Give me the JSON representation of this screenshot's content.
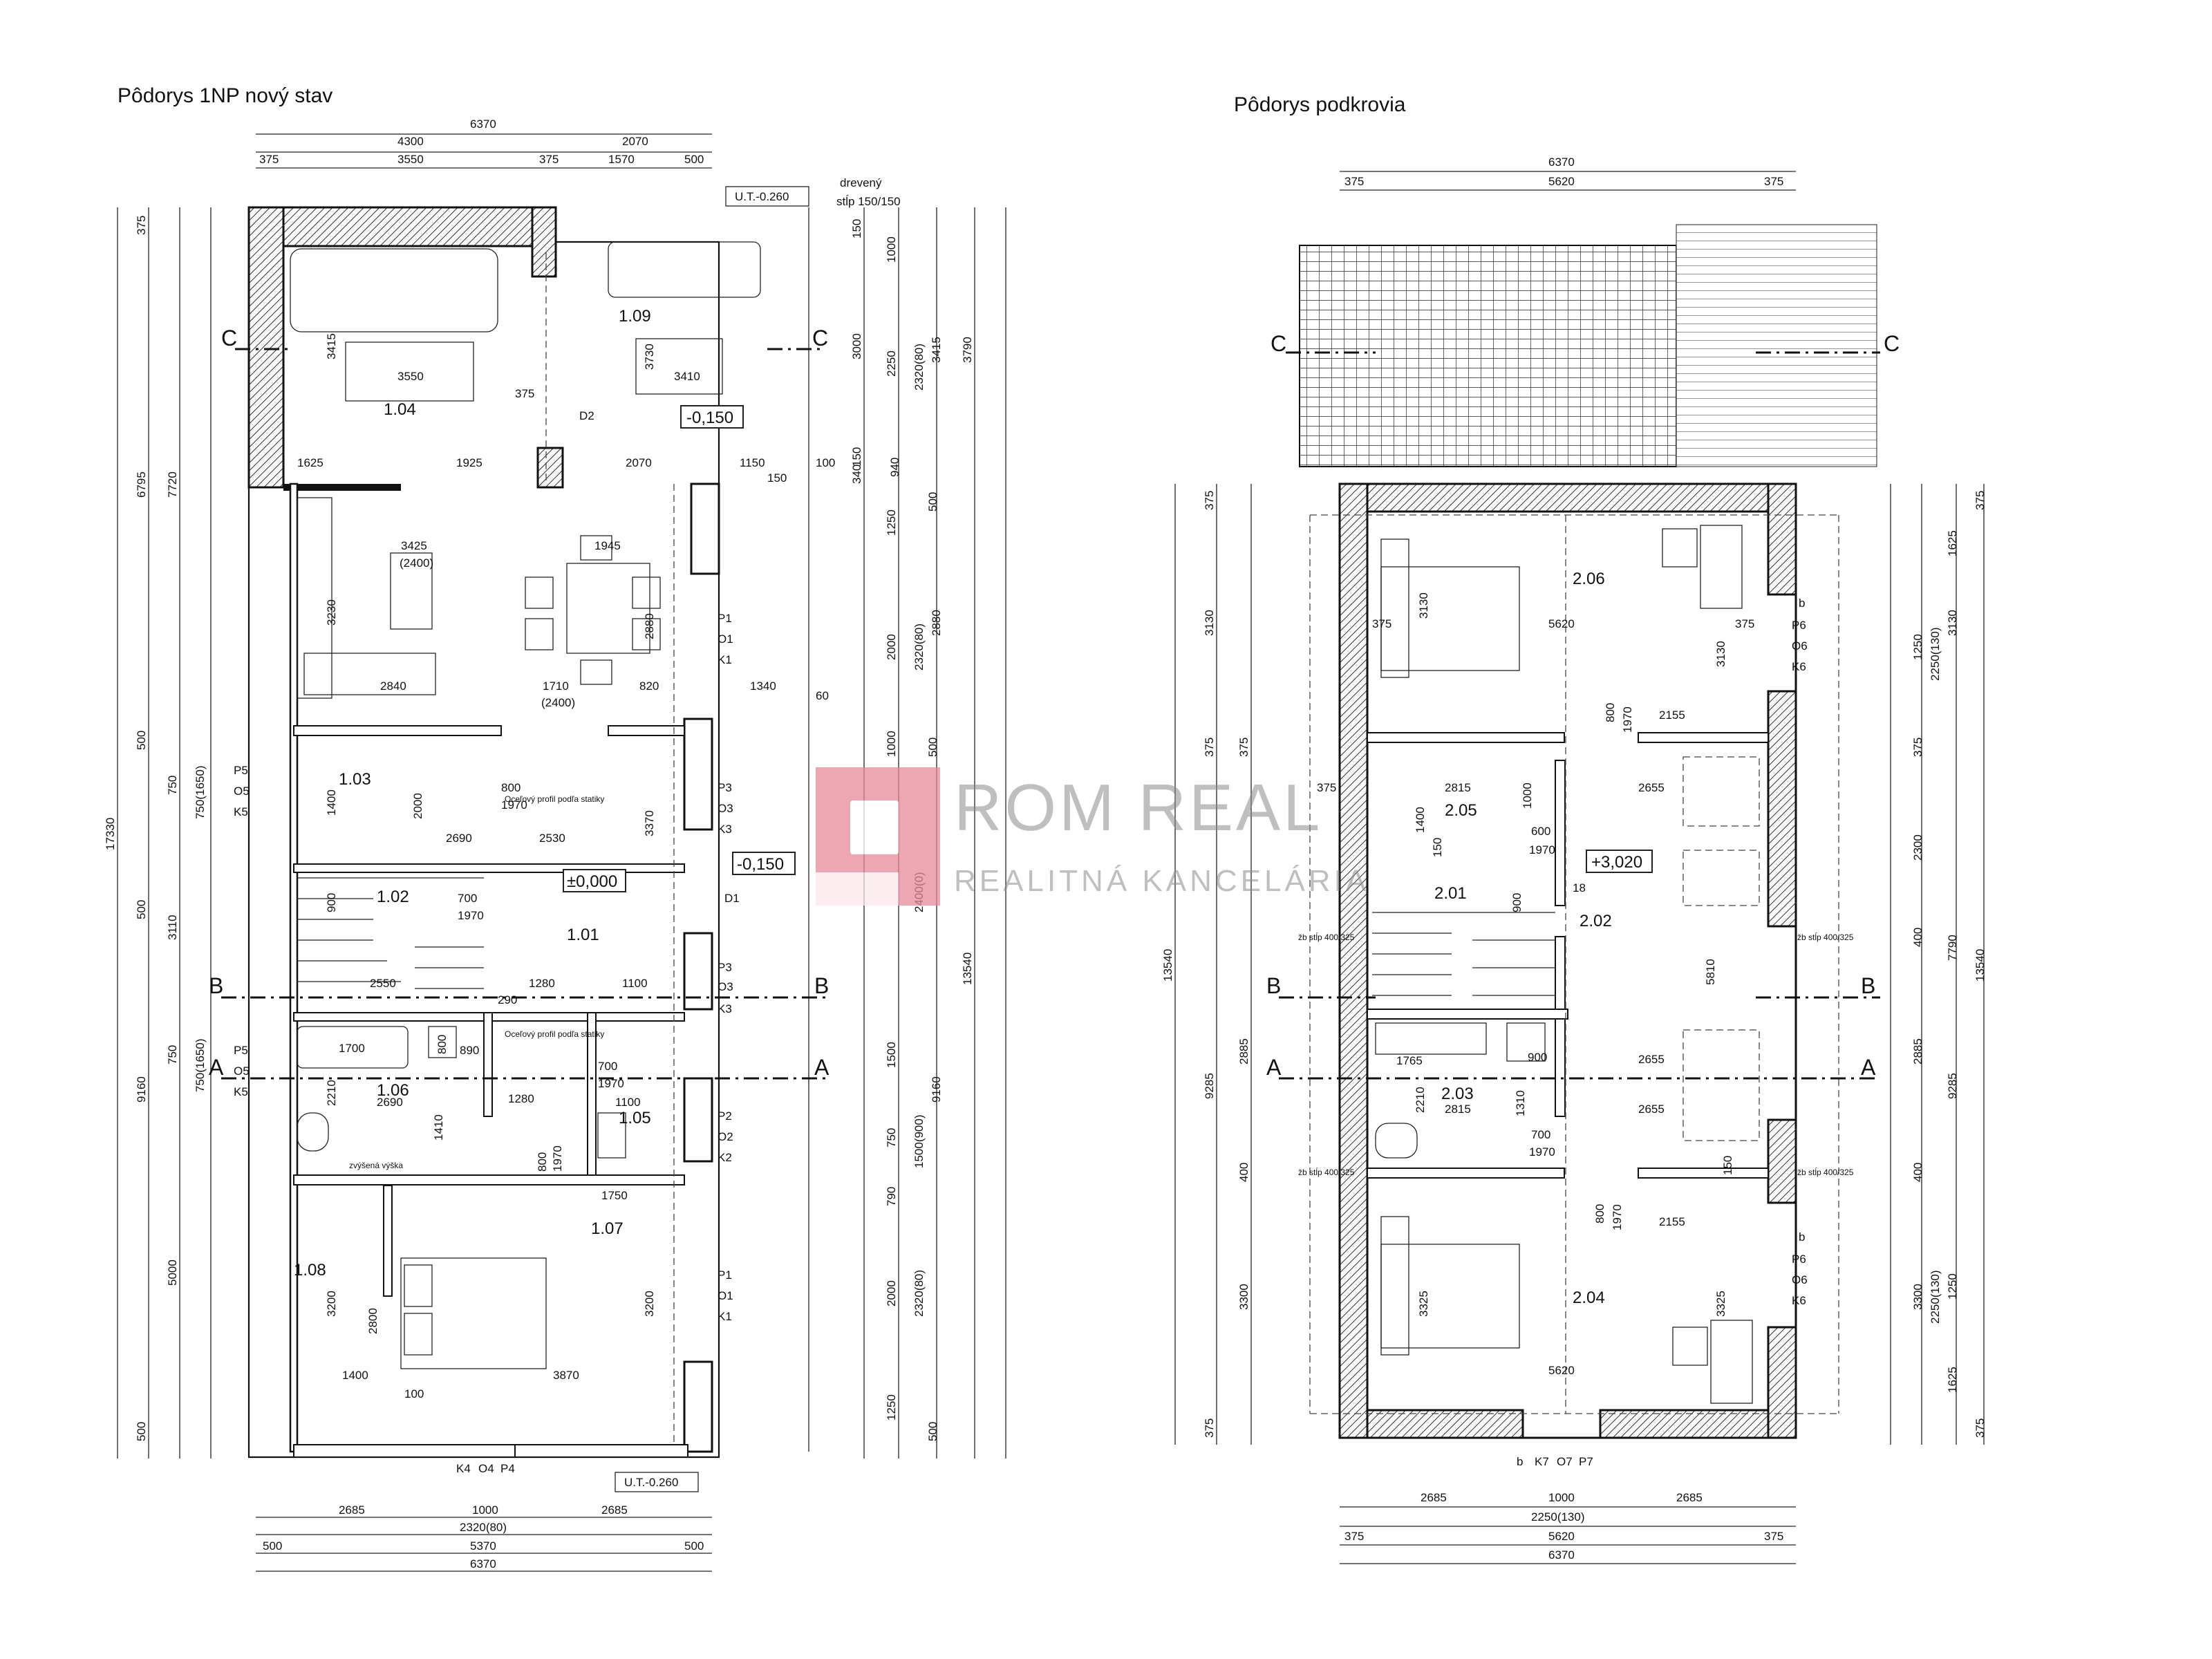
{
  "titles": {
    "ground_floor": "Pôdorys 1NP nový stav",
    "attic": "Pôdorys podkrovia"
  },
  "watermark": {
    "brand": "ROM REAL",
    "subtitle": "REALITNÁ KANCELÁRIA"
  },
  "ground_floor": {
    "rooms": [
      "1.04",
      "1.09",
      "1.03",
      "1.02",
      "1.01",
      "1.06",
      "1.05",
      "1.07",
      "1.08"
    ],
    "levels": [
      "-0,150",
      "±0,000",
      "-0,150"
    ],
    "ut_labels": [
      "U.T.-0.260",
      "U.T.-0.260"
    ],
    "timber_note": [
      "drevený",
      "stĺp 150/150"
    ],
    "dims_top": [
      "6370",
      "4300",
      "2070",
      "375",
      "3550",
      "375",
      "1570",
      "500"
    ],
    "dims_bottom": [
      "2685",
      "1000",
      "2685",
      "2320(80)",
      "500",
      "5370",
      "500",
      "6370"
    ],
    "dims_left": [
      "375",
      "6795",
      "7720",
      "500",
      "750",
      "750(1650)",
      "3110",
      "17330",
      "500",
      "750",
      "750(1650)",
      "9160",
      "5000",
      "500"
    ],
    "dims_right": [
      "150",
      "1000",
      "3000",
      "2250",
      "2320(80)",
      "3415",
      "3790",
      "150",
      "340",
      "940",
      "1250",
      "500",
      "2000",
      "2320(80)",
      "2880",
      "1000",
      "500",
      "2400(0)",
      "13540",
      "1500",
      "9160",
      "750",
      "1500(900)",
      "790",
      "2000",
      "2320(80)",
      "1250",
      "500"
    ],
    "interior_dims": [
      "3415",
      "3550",
      "375",
      "3730",
      "3410",
      "1625",
      "1925",
      "2070",
      "1150",
      "100",
      "150",
      "3425",
      "(2400)",
      "1945",
      "3230",
      "2880",
      "2840",
      "1710",
      "(2400)",
      "820",
      "1340",
      "60",
      "1400",
      "2000",
      "800",
      "1970",
      "2690",
      "2530",
      "3370",
      "900",
      "700",
      "1970",
      "2550",
      "1280",
      "1100",
      "290",
      "1700",
      "800",
      "890",
      "2210",
      "2690",
      "1280",
      "1100",
      "700",
      "1970",
      "1410",
      "800",
      "1970",
      "1750",
      "3200",
      "2800",
      "1400",
      "3870",
      "100",
      "3200"
    ],
    "window_tags_right": [
      "P1",
      "O1",
      "K1",
      "P3",
      "O3",
      "K3",
      "D1",
      "P3",
      "O3",
      "K3",
      "P2",
      "O2",
      "K2",
      "P1",
      "O1",
      "K1"
    ],
    "window_tags_left": [
      "P5",
      "O5",
      "K5",
      "P5",
      "O5",
      "K5"
    ],
    "door_tag": "D2",
    "bottom_tags": [
      "K4",
      "O4",
      "P4"
    ],
    "notes": [
      "Oceľový profil podľa statiky",
      "Oceľový profil podľa statiky",
      "zvýšená výška"
    ],
    "sections": [
      "C",
      "C",
      "B",
      "B",
      "A",
      "A"
    ]
  },
  "attic": {
    "rooms": [
      "2.06",
      "2.05",
      "2.01",
      "2.02",
      "2.03",
      "2.04"
    ],
    "level": "+3,020",
    "dims_top": [
      "6370",
      "375",
      "5620",
      "375"
    ],
    "dims_bottom": [
      "2685",
      "1000",
      "2685",
      "2250(130)",
      "375",
      "5620",
      "375",
      "6370"
    ],
    "dims_left": [
      "375",
      "3130",
      "375",
      "375",
      "13540",
      "2885",
      "9285",
      "400",
      "3300",
      "375"
    ],
    "dims_right": [
      "375",
      "1625",
      "1250",
      "2250(130)",
      "3130",
      "375",
      "2300",
      "400",
      "7790",
      "13540",
      "2885",
      "9285",
      "400",
      "3300",
      "1250",
      "2250(130)",
      "1625",
      "375"
    ],
    "interior_dims": [
      "375",
      "5620",
      "375",
      "3130",
      "3130",
      "800",
      "1970",
      "2155",
      "375",
      "2815",
      "1000",
      "2655",
      "1400",
      "150",
      "600",
      "1970",
      "18",
      "900",
      "5810",
      "1765",
      "900",
      "2655",
      "2210",
      "2815",
      "1310",
      "2655",
      "700",
      "1970",
      "150",
      "800",
      "1970",
      "2155",
      "3325",
      "5620",
      "3325"
    ],
    "column_notes": [
      "žb stĺp 400/325",
      "žb stĺp 400/325",
      "žb stĺp 400/325",
      "žb stĺp 400/325"
    ],
    "window_tags": [
      "b",
      "P6",
      "O6",
      "K6",
      "b",
      "P6",
      "O6",
      "K6"
    ],
    "bottom_tags": [
      "b",
      "K7",
      "O7",
      "P7"
    ],
    "sections": [
      "C",
      "C",
      "B",
      "B",
      "A",
      "A"
    ]
  }
}
